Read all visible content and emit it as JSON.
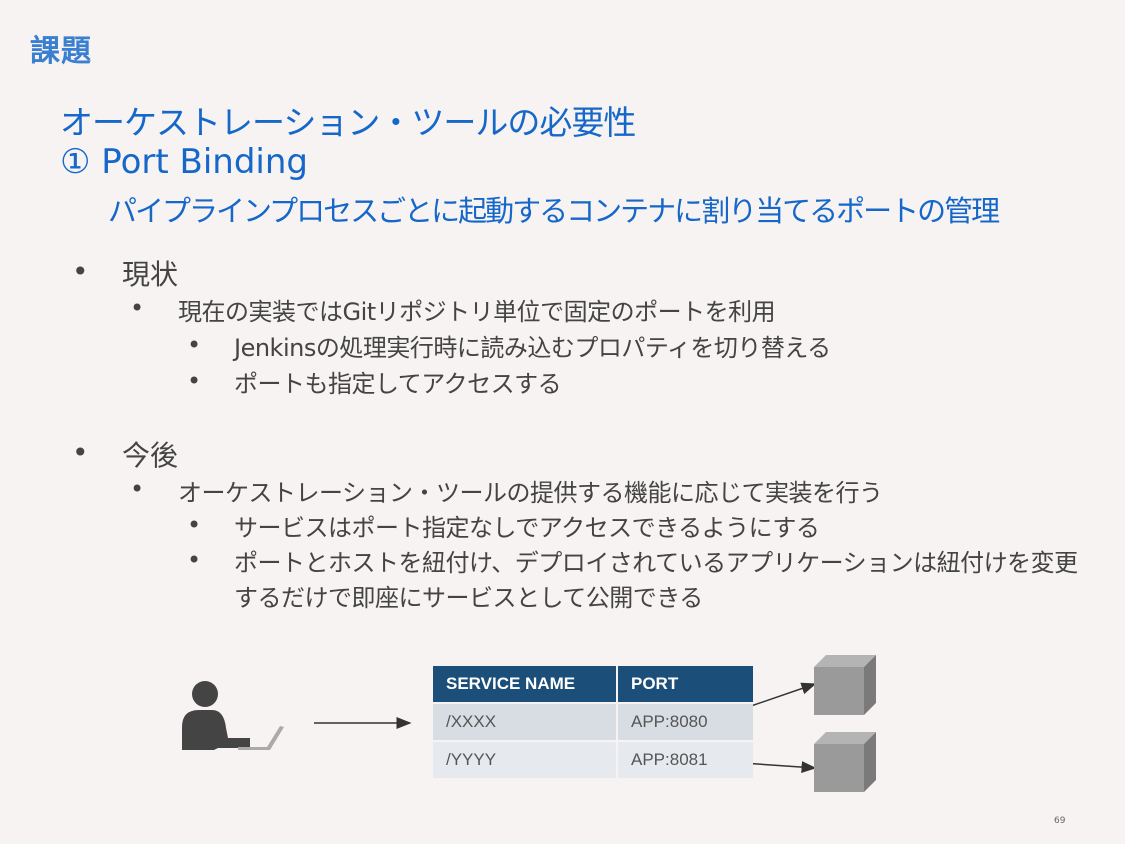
{
  "slide": {
    "title": "課題",
    "heading_1": "オーケストレーション・ツールの必要性",
    "heading_2": "① Port Binding",
    "heading_3": "パイプラインプロセスごとに起動するコンテナに割り当てるポートの管理",
    "page_number": "69"
  },
  "bullets": {
    "current": {
      "label": "現状",
      "item": "現在の実装ではGitリポジトリ単位で固定のポートを利用",
      "sub1": "Jenkinsの処理実行時に読み込むプロパティを切り替える",
      "sub2": "ポートも指定してアクセスする"
    },
    "future": {
      "label": "今後",
      "item": "オーケストレーション・ツールの提供する機能に応じて実装を行う",
      "sub1": "サービスはポート指定なしでアクセスできるようにする",
      "sub2_line1": "ポートとホストを紐付け、デプロイされているアプリケーションは紐付けを変更",
      "sub2_line2": "するだけで即座にサービスとして公開できる"
    }
  },
  "bullet_char": "•",
  "table": {
    "headers": [
      "SERVICE NAME",
      "PORT"
    ],
    "rows": [
      [
        "/XXXX",
        "APP:8080"
      ],
      [
        "/YYYY",
        "APP:8081"
      ]
    ]
  },
  "icons": [
    "user-laptop-icon",
    "right-arrow-icon",
    "container-cube-icon",
    "container-cube-icon"
  ],
  "colors": {
    "background": "#f6f3f2",
    "title": "#3b7fd1",
    "heading": "#1567c9",
    "table_header": "#1b4f7a",
    "table_row": "#d8dde4",
    "cube": "#9a9a9a"
  }
}
